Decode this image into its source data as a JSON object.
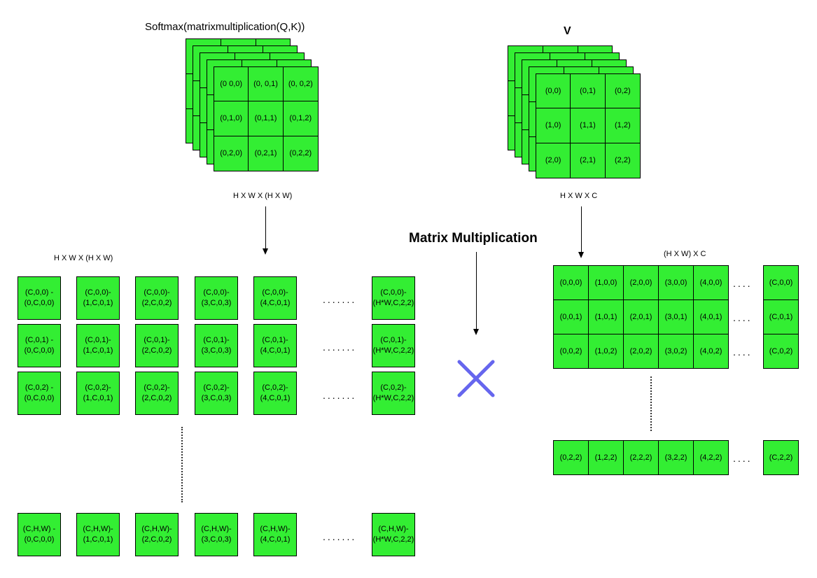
{
  "softmax": {
    "title": "Softmax(matrixmultiplication(Q,K))",
    "cells": [
      "(0 0,0)",
      "(0, 0,1)",
      "(0, 0,2)",
      "(0,1,0)",
      "(0,1,1)",
      "(0,1,2)",
      "(0,2,0)",
      "(0,2,1)",
      "(0,2,2)"
    ],
    "dims": "H X W X (H X W)"
  },
  "v": {
    "title": "V",
    "cells": [
      "(0,0)",
      "(0,1)",
      "(0,2)",
      "(1,0)",
      "(1,1)",
      "(1,2)",
      "(2,0)",
      "(2,1)",
      "(2,2)"
    ],
    "dims": "H X W X  C"
  },
  "left_grid": {
    "dims": "H X W X (H X W)",
    "rows": [
      {
        "prefix": "(C,0,0)",
        "cells": [
          [
            "(C,0,0) -",
            "(0,C,0,0)"
          ],
          [
            "(C,0,0)-",
            "(1,C,0,1)"
          ],
          [
            "(C,0,0)-",
            "(2,C,0,2)"
          ],
          [
            "(C,0,0)-",
            "(3,C,0,3)"
          ],
          [
            "(C,0,0)-",
            "(4,C,0,1)"
          ],
          [
            "(C,0,0)-",
            "(H*W,C,2,2)"
          ]
        ]
      },
      {
        "prefix": "(C,0,1)",
        "cells": [
          [
            "(C,0,1) -",
            "(0,C,0,0)"
          ],
          [
            "(C,0,1)-",
            "(1,C,0,1)"
          ],
          [
            "(C,0,1)-",
            "(2,C,0,2)"
          ],
          [
            "(C,0,1)-",
            "(3,C,0,3)"
          ],
          [
            "(C,0,1)-",
            "(4,C,0,1)"
          ],
          [
            "(C,0,1)-",
            "(H*W,C,2,2)"
          ]
        ]
      },
      {
        "prefix": "(C,0,2)",
        "cells": [
          [
            "(C,0,2) -",
            "(0,C,0,0)"
          ],
          [
            "(C,0,2)-",
            "(1,C,0,1)"
          ],
          [
            "(C,0,2)-",
            "(2,C,0,2)"
          ],
          [
            "(C,0,2)-",
            "(3,C,0,3)"
          ],
          [
            "(C,0,2)-",
            "(4,C,0,1)"
          ],
          [
            "(C,0,2)-",
            "(H*W,C,2,2)"
          ]
        ]
      },
      {
        "prefix": "(C,H,W)",
        "cells": [
          [
            "(C,H,W) -",
            "(0,C,0,0)"
          ],
          [
            "(C,H,W)-",
            "(1,C,0,1)"
          ],
          [
            "(C,H,W)-",
            "(2,C,0,2)"
          ],
          [
            "(C,H,W)-",
            "(3,C,0,3)"
          ],
          [
            "(C,H,W)-",
            "(4,C,0,1)"
          ],
          [
            "(C,H,W)-",
            "(H*W,C,2,2)"
          ]
        ]
      }
    ],
    "ellipsis": "......."
  },
  "operation": {
    "label": "Matrix Multiplication",
    "symbol_color": "#6666ee"
  },
  "right_grid": {
    "dims": "(H X W) X C",
    "rows": [
      [
        "(0,0,0)",
        "(1,0,0)",
        "(2,0,0)",
        "(3,0,0)",
        "(4,0,0)",
        "(C,0,0)"
      ],
      [
        "(0,0,1)",
        "(1,0,1)",
        "(2,0,1)",
        "(3,0,1)",
        "(4,0,1)",
        "(C,0,1)"
      ],
      [
        "(0,0,2)",
        "(1,0,2)",
        "(2,0,2)",
        "(3,0,2)",
        "(4,0,2)",
        "(C,0,2)"
      ],
      [
        "(0,2,2)",
        "(1,2,2)",
        "(2,2,2)",
        "(3,2,2)",
        "(4,2,2)",
        "(C,2,2)"
      ]
    ],
    "ellipsis": "...."
  },
  "colors": {
    "cell_fill": "#33ee33",
    "border": "#000000"
  }
}
